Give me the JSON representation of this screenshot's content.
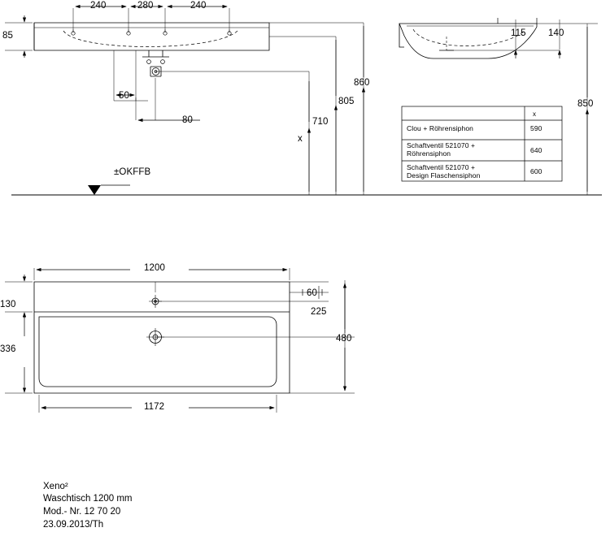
{
  "drawing": {
    "title": "Xeno² Waschtisch 1200 mm technical drawing",
    "line_color": "#000000"
  },
  "top_view": {
    "dims": {
      "d240_left": "240",
      "d280": "280",
      "d240_right": "240",
      "d85": "85",
      "d50": "50",
      "d80": "80",
      "d710": "710",
      "d805": "805",
      "d860": "860",
      "x_marker": "x"
    },
    "floor_label": "±OKFFB"
  },
  "side_view": {
    "dims": {
      "d115": "115",
      "d140": "140",
      "d850": "850"
    }
  },
  "table": {
    "header": {
      "col_x": "x"
    },
    "rows": [
      {
        "label": "Clou + Röhrensiphon",
        "x": "590"
      },
      {
        "label": "Schaftventil 521070 +\nRöhrensiphon",
        "x": "640"
      },
      {
        "label": "Schaftventil 521070 +\nDesign Flaschensiphon",
        "x": "600"
      }
    ]
  },
  "plan_view": {
    "dims": {
      "d1200": "1200",
      "d1172": "1172",
      "d130": "130",
      "d336": "336",
      "d60": "60",
      "d225": "225",
      "d480": "480"
    }
  },
  "caption": {
    "line1": "Xeno²",
    "line2": "Waschtisch 1200 mm",
    "line3": "Mod.- Nr. 12 70 20",
    "line4": "23.09.2013/Th"
  }
}
